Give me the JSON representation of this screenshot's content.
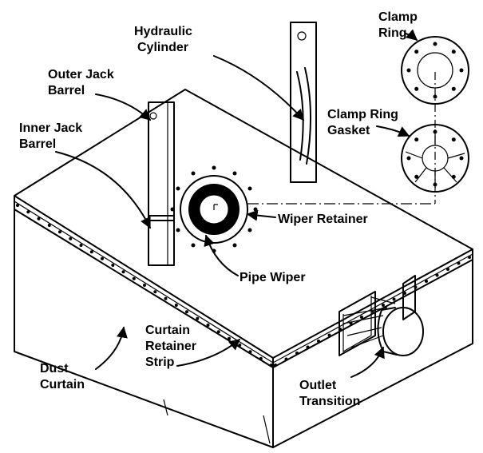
{
  "labels": {
    "hydraulic_cylinder": [
      "Hydraulic",
      "Cylinder"
    ],
    "clamp_ring": [
      "Clamp",
      "Ring"
    ],
    "outer_jack_barrel": [
      "Outer Jack",
      "Barrel"
    ],
    "clamp_ring_gasket": [
      "Clamp Ring",
      "Gasket"
    ],
    "inner_jack_barrel": [
      "Inner Jack",
      "Barrel"
    ],
    "wiper_retainer": [
      "Wiper Retainer"
    ],
    "pipe_wiper": [
      "Pipe Wiper"
    ],
    "curtain_retainer_strip": [
      "Curtain",
      "Retainer",
      "Strip"
    ],
    "dust_curtain": [
      "Dust",
      "Curtain"
    ],
    "outlet_transition": [
      "Outlet",
      "Transition"
    ]
  },
  "colors": {
    "line": "#000000",
    "background": "#ffffff"
  }
}
